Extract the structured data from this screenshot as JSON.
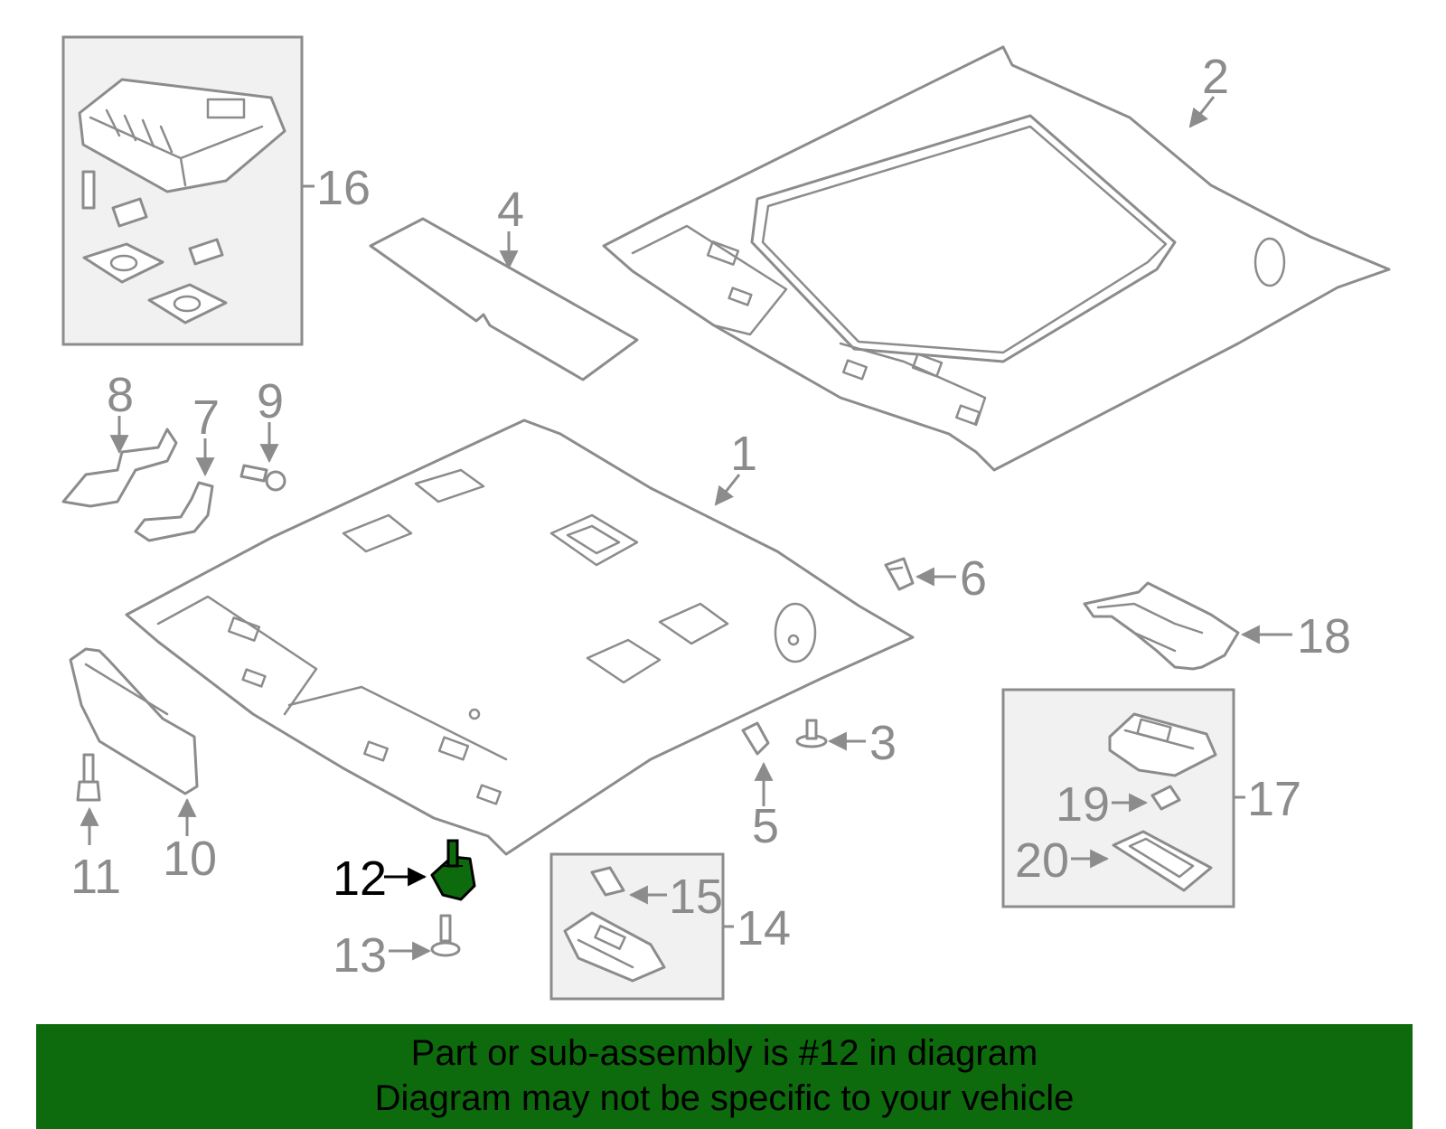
{
  "diagram": {
    "highlight_color": "#0d6b0d",
    "highlighted_part": "12",
    "labels": {
      "p1": "1",
      "p2": "2",
      "p3": "3",
      "p4": "4",
      "p5": "5",
      "p6": "6",
      "p7": "7",
      "p8": "8",
      "p9": "9",
      "p10": "10",
      "p11": "11",
      "p12": "12",
      "p13": "13",
      "p14": "14",
      "p15": "15",
      "p16": "16",
      "p17": "17",
      "p18": "18",
      "p19": "19",
      "p20": "20"
    }
  },
  "banner": {
    "line1": "Part or sub-assembly is #12 in diagram",
    "line2": "Diagram may not be specific to your vehicle",
    "background": "#0d6b0d"
  }
}
